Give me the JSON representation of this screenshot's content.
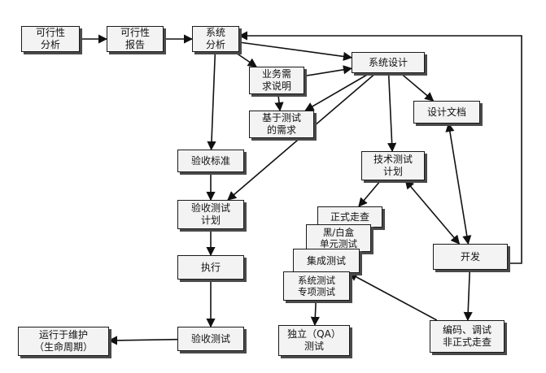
{
  "nodes": {
    "feasibility_analysis": "可行性\n分析",
    "feasibility_report": "可行性\n报告",
    "system_analysis": "系统\n分析",
    "business_requirements": "业务需\n求说明",
    "system_design": "系统设计",
    "test_based_requirements": "基于测试\n的需求",
    "design_document": "设计文档",
    "acceptance_criteria": "验收标准",
    "technical_test_plan": "技术测试\n计划",
    "acceptance_test_plan": "验收测试\n计划",
    "formal_walkthrough": "正式走查",
    "black_white_box_unit_test": "黑/白盒\n单元测试",
    "integration_test": "集成测试",
    "development": "开发",
    "execution": "执行",
    "system_special_test": "系统测试\n专项测试",
    "operation_maintenance": "运行于维护\n（生命周期）",
    "acceptance_test": "验收测试",
    "independent_qa_test": "独立（QA）\n测试",
    "coding_test_informal_walkthrough": "编码、调试\n非正式走查"
  },
  "edges": [
    {
      "from": "feasibility_analysis",
      "to": "feasibility_report",
      "style": "single"
    },
    {
      "from": "feasibility_report",
      "to": "system_analysis",
      "style": "single"
    },
    {
      "from": "system_analysis",
      "to": "business_requirements",
      "style": "single"
    },
    {
      "from": "system_analysis",
      "to": "system_design",
      "style": "single"
    },
    {
      "from": "system_analysis",
      "to": "acceptance_criteria",
      "style": "single"
    },
    {
      "from": "business_requirements",
      "to": "system_design",
      "style": "single"
    },
    {
      "from": "business_requirements",
      "to": "test_based_requirements",
      "style": "single"
    },
    {
      "from": "system_design",
      "to": "test_based_requirements",
      "style": "single"
    },
    {
      "from": "system_design",
      "to": "design_document",
      "style": "single"
    },
    {
      "from": "system_design",
      "to": "technical_test_plan",
      "style": "single"
    },
    {
      "from": "system_design",
      "to": "acceptance_test_plan",
      "style": "single"
    },
    {
      "from": "acceptance_criteria",
      "to": "acceptance_test_plan",
      "style": "single"
    },
    {
      "from": "acceptance_test_plan",
      "to": "execution",
      "style": "single"
    },
    {
      "from": "execution",
      "to": "acceptance_test",
      "style": "single"
    },
    {
      "from": "acceptance_test",
      "to": "operation_maintenance",
      "style": "single"
    },
    {
      "from": "technical_test_plan",
      "to": "formal_walkthrough",
      "style": "single"
    },
    {
      "from": "technical_test_plan",
      "to": "development",
      "style": "double"
    },
    {
      "from": "design_document",
      "to": "development",
      "style": "double"
    },
    {
      "from": "development",
      "to": "system_analysis",
      "style": "single"
    },
    {
      "from": "development",
      "to": "coding_test_informal_walkthrough",
      "style": "single"
    },
    {
      "from": "coding_test_informal_walkthrough",
      "to": "integration_test",
      "style": "single"
    },
    {
      "from": "system_special_test",
      "to": "independent_qa_test",
      "style": "single"
    }
  ]
}
